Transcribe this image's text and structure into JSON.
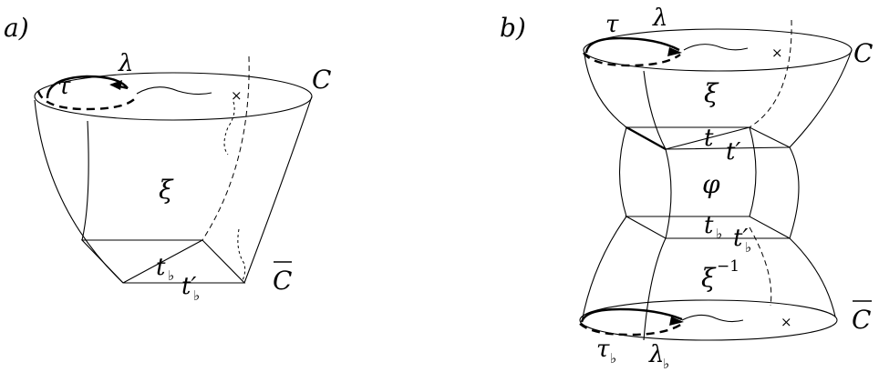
{
  "panel_a": {
    "tag": "a)",
    "labels": {
      "tau": "τ",
      "lambda": "λ",
      "C": "C",
      "xi": "ξ",
      "t_flat": "t",
      "t_flat_prime": "t′",
      "C_bar": "C",
      "flat": "♭"
    }
  },
  "panel_b": {
    "tag": "b)",
    "labels": {
      "tau": "τ",
      "lambda": "λ",
      "C": "C",
      "xi": "ξ",
      "t": "t",
      "t_prime": "t′",
      "phi": "φ",
      "t_flat": "t",
      "t_flat_prime": "t′",
      "xi_inv": "ξ",
      "xi_inv_exp": "−1",
      "C_bar": "C",
      "tau_flat": "τ",
      "lambda_flat": "λ",
      "flat": "♭"
    }
  }
}
